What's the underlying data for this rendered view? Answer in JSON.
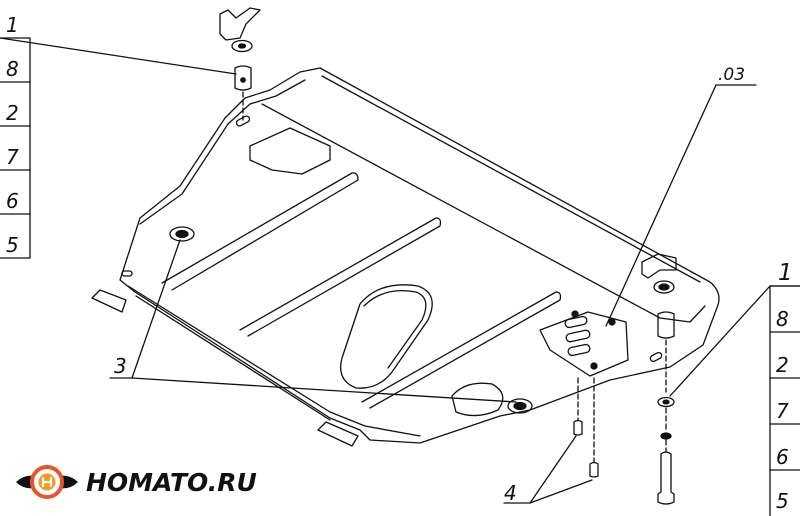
{
  "callouts": {
    "left_column": [
      "1",
      "8",
      "2",
      "7",
      "6",
      "5"
    ],
    "right_column": [
      "1",
      "8",
      "2",
      "7",
      "6",
      "5"
    ],
    "fastener_label": "3",
    "bolt_label": "4",
    "plate_code": ".03"
  },
  "brand": {
    "text": "HOMATO.RU",
    "logo_colors": {
      "ring": "#e4572e",
      "mark": "#f39a1e",
      "text": "#111111"
    }
  }
}
